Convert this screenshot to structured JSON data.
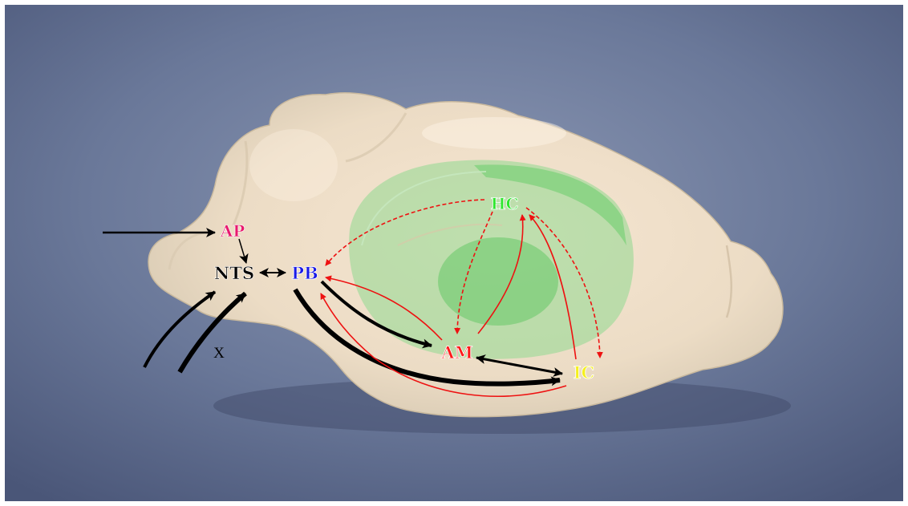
{
  "diagram": {
    "nodes": {
      "ap": {
        "label": "AP",
        "color": "#e8196e"
      },
      "nts": {
        "label": "NTS",
        "color": "#000000"
      },
      "pb": {
        "label": "PB",
        "color": "#1a1ae6"
      },
      "hc": {
        "label": "HC",
        "color": "#2ee62e"
      },
      "am": {
        "label": "AM",
        "color": "#ff1a1a"
      },
      "ic": {
        "label": "IC",
        "color": "#f5f01e"
      }
    },
    "nerve_label": "X"
  },
  "colors": {
    "background": "#5a6a8c",
    "brain": "#efe3cf",
    "overlay": "#8fd98f",
    "red_arrow": "#ee1111",
    "black_arrow": "#000000"
  }
}
